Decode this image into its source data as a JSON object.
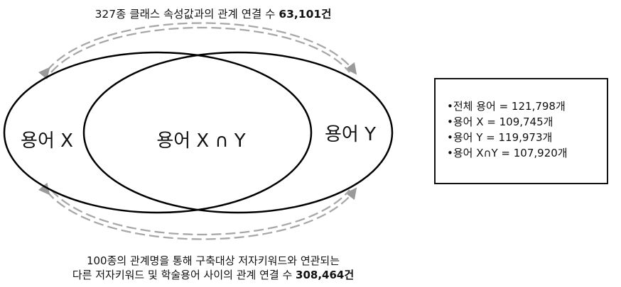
{
  "top_caption": {
    "text": "327종 클래스 속성값과의 관계 연결 수 ",
    "count": "63,101건"
  },
  "bottom_caption": {
    "line1": "100종의 관계명을 통해 구축대상 저자키워드와 연관되는",
    "line2": "다른 저자키워드 및 학술용어 사이의 관계 연결 수 ",
    "count": "308,464건"
  },
  "venn": {
    "label_x": "용어 X",
    "label_intersection": "용어 X ∩ Y",
    "label_y": "용어 Y"
  },
  "stats": {
    "items": [
      "전체 용어 = 121,798개",
      "용어 X = 109,745개",
      "용어 Y = 119,973개",
      "용어 X∩Y = 107,920개"
    ]
  },
  "colors": {
    "ellipse_stroke": "#000000",
    "arrow_stroke": "#aaaaaa"
  }
}
